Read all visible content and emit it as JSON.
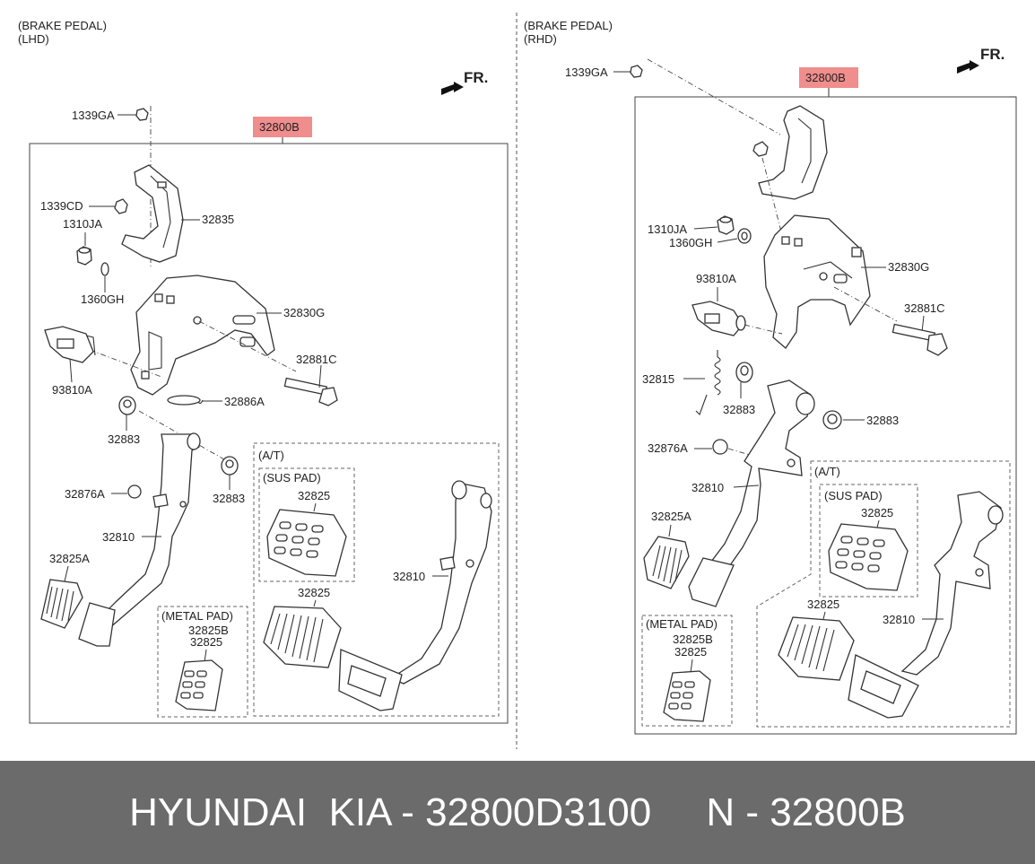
{
  "lhd": {
    "header": [
      "(BRAKE PEDAL)",
      "(LHD)"
    ],
    "fr": "FR.",
    "assembly": "32800B",
    "labels": {
      "ga": "1339GA",
      "cd": "1339CD",
      "ja": "1310JA",
      "gh": "1360GH",
      "p32835": "32835",
      "p32830g": "32830G",
      "p32881c": "32881C",
      "p93810a": "93810A",
      "p32886a": "32886A",
      "p32883a": "32883",
      "p32883b": "32883",
      "p32876a": "32876A",
      "p32810": "32810",
      "p32825a": "32825A",
      "at": "(A/T)",
      "sus": "(SUS PAD)",
      "sus_part": "32825",
      "at_pad": "32825",
      "at_pedal": "32810",
      "metal": "(METAL PAD)",
      "metal_b": "32825B",
      "metal_p": "32825"
    }
  },
  "rhd": {
    "header": [
      "(BRAKE PEDAL)",
      "(RHD)"
    ],
    "fr": "FR.",
    "assembly": "32800B",
    "labels": {
      "ga": "1339GA",
      "ja": "1310JA",
      "gh": "1360GH",
      "p32830g": "32830G",
      "p93810a": "93810A",
      "p32881c": "32881C",
      "p32815": "32815",
      "p32883a": "32883",
      "p32883b": "32883",
      "p32876a": "32876A",
      "p32810": "32810",
      "p32825a": "32825A",
      "at": "(A/T)",
      "sus": "(SUS PAD)",
      "sus_part": "32825",
      "at_pad": "32825",
      "at_pedal": "32810",
      "metal": "(METAL PAD)",
      "metal_b": "32825B",
      "metal_p": "32825"
    }
  },
  "footer": {
    "brand": "HYUNDAI  KIA - 32800D3100",
    "ref": "N - 32800B"
  }
}
